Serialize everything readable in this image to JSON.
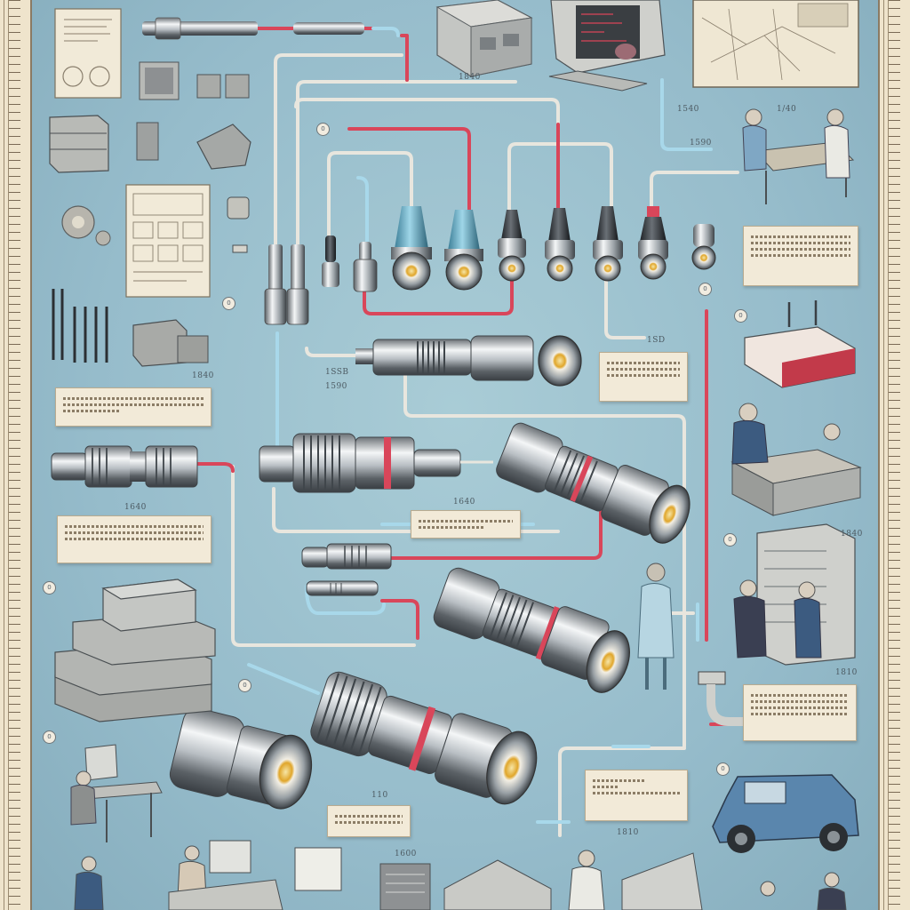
{
  "palette": {
    "background": "#96bccb",
    "paper": "#f2ead8",
    "cable_white": "#e8e6de",
    "cable_red": "#d9465a",
    "cable_blue": "#a8d8ea",
    "metal": "#c9cdd1",
    "ruler": "#efe4cc"
  },
  "labels": {
    "n1": "1840",
    "n2": "1540",
    "n3": "1/40",
    "n4": "1590",
    "n5": "1SSB",
    "n6": "1590",
    "n7": "1840",
    "n8": "1SD",
    "n9": "1640",
    "n10": "1640",
    "n11": "1840",
    "n12": "1810",
    "n13": "1600",
    "n14": "110",
    "n15": "1810"
  },
  "badges": {
    "b1": "0",
    "b2": "0",
    "b3": "0",
    "b4": "0",
    "b5": "0",
    "b6": "0",
    "b7": "0",
    "b8": "0",
    "b9": "0"
  }
}
